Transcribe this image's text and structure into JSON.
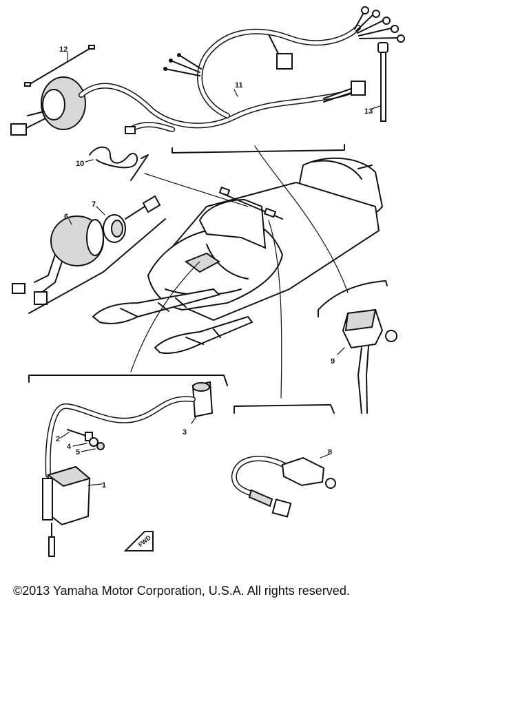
{
  "callouts": {
    "n1": "1",
    "n2": "2",
    "n3": "3",
    "n4": "4",
    "n5": "5",
    "n6": "6",
    "n7": "7",
    "n8": "8",
    "n9": "9",
    "n10": "10",
    "n11": "11",
    "n12": "12",
    "n13": "13"
  },
  "direction_marker": "FWD",
  "copyright": "©2013 Yamaha Motor Corporation, U.S.A. All rights reserved."
}
